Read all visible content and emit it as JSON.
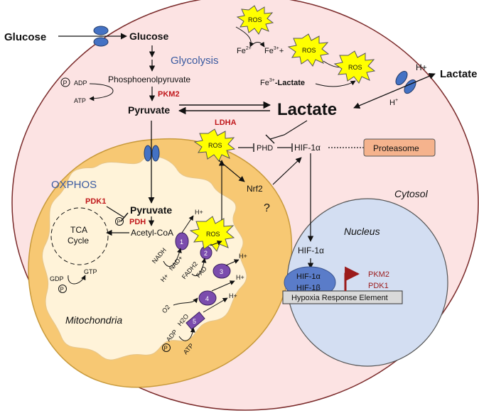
{
  "outside": {
    "glucose": "Glucose",
    "lactate": "Lactate",
    "h_plus": "H+"
  },
  "cytosol": {
    "glucose": "Glucose",
    "glycolysis": "Glycolysis",
    "pep": "Phosphoenolpyruvate",
    "adp": "ADP",
    "atp": "ATP",
    "p": "P",
    "pkm2": "PKM2",
    "pyruvate": "Pyruvate",
    "lactate": "Lactate",
    "ldha": "LDHA",
    "h_plus": "H",
    "fe2": "Fe",
    "fe2_sup": "2+",
    "fe3": "Fe",
    "fe3_sup": "3+",
    "plus": "+",
    "fe3_lactate_prefix": "Fe",
    "fe3_lactate_sup": "3+",
    "fe3_lactate_suffix": "-Lactate",
    "ros": "ROS",
    "phd": "PHD",
    "hif": "HIF-1α",
    "proteasome": "Proteasome",
    "nrf2": "Nrf2",
    "question": "?",
    "label": "Cytosol"
  },
  "mito": {
    "oxphos": "OXPHOS",
    "pdk1": "PDK1",
    "pyruvate": "Pyruvate",
    "pdh": "PDH",
    "acetyl": "Acetyl-CoA",
    "tca1": "TCA",
    "tca2": "Cycle",
    "gdp": "GDP",
    "gtp": "GTP",
    "p": "P",
    "nadh": "NADH",
    "nad": "NAD+",
    "h": "H+",
    "fadh2": "FADH2",
    "fad": "FAD",
    "o2": "O2",
    "h2o": "H2O",
    "adp": "ADP",
    "atp": "ATP",
    "ros": "ROS",
    "complexes": [
      "1",
      "2",
      "3",
      "4",
      "5"
    ],
    "label": "Mitochondria"
  },
  "nucleus": {
    "label": "Nucleus",
    "hif": "HIF-1α",
    "hif1a": "HIF-1α",
    "hif1b": "HIF-1β",
    "hre": "Hypoxia Response Element",
    "pkm2": "PKM2",
    "pdk1": "PDK1"
  },
  "colors": {
    "cell_fill": "#fce3e3",
    "mito_outer": "#f7c873",
    "mito_inner": "#fff3d9",
    "nucleus": "#d3def2",
    "complex": "#7b4cad",
    "transporter": "#4472c4",
    "ros": "#ffff00",
    "proteasome": "#f5b38d",
    "gene_arrow": "#9b1b1b"
  }
}
